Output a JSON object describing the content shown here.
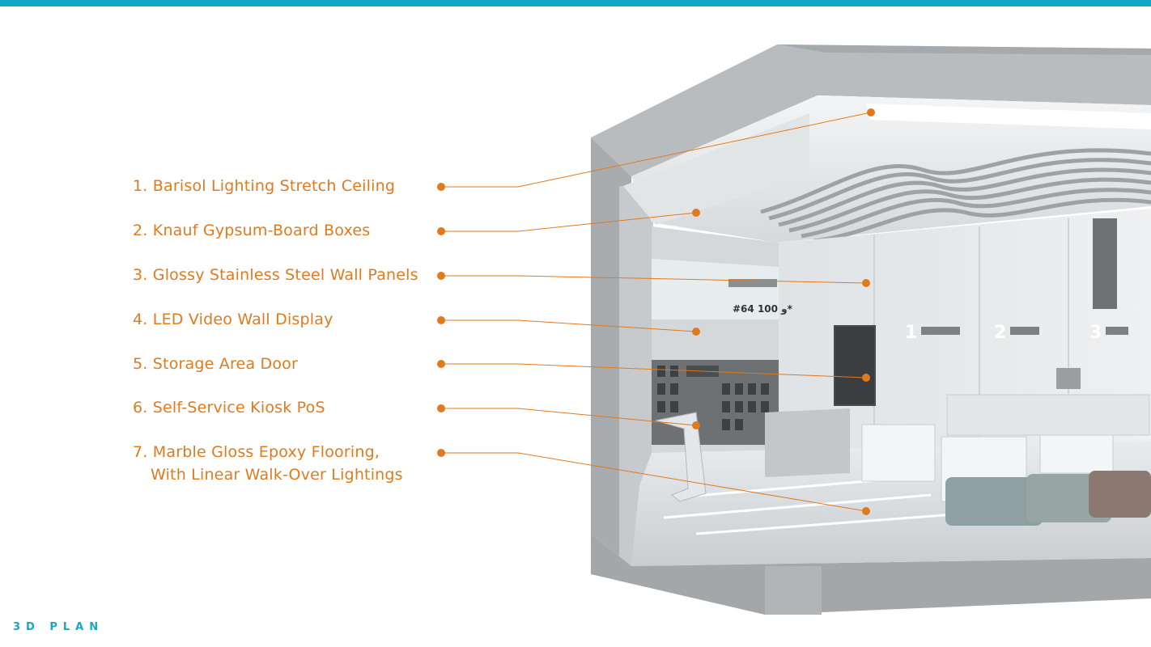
{
  "header": {
    "accent_color": "#13a8c8"
  },
  "callouts": [
    {
      "number": "1.",
      "text": "Barisol Lighting Stretch Ceiling"
    },
    {
      "number": "2.",
      "text": "Knauf Gypsum-Board Boxes"
    },
    {
      "number": "3.",
      "text": "Glossy Stainless Steel Wall Panels"
    },
    {
      "number": "4.",
      "text": "LED Video Wall Display"
    },
    {
      "number": "5.",
      "text": "Storage Area Door"
    },
    {
      "number": "6.",
      "text": "Self-Service Kiosk PoS"
    },
    {
      "number": "7.",
      "text": "Marble Gloss Epoxy Flooring,",
      "text_line2": "With Linear Walk-Over Lightings"
    }
  ],
  "render": {
    "counter_numbers": [
      "1",
      "2",
      "3"
    ],
    "screen_text": "#64 و 100*"
  },
  "callout_color": "#e07a1d",
  "footer": {
    "label": "3D PLAN"
  }
}
